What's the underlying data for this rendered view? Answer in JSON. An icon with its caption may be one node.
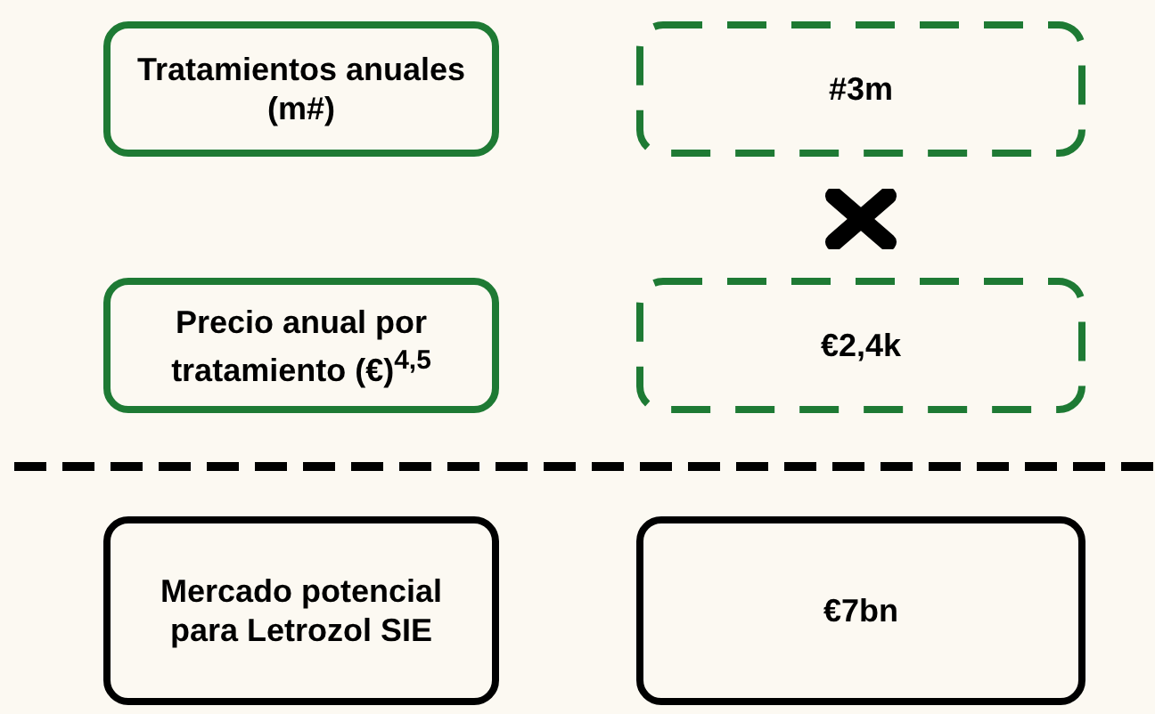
{
  "diagram": {
    "nodes": [
      {
        "text": [
          "Tratamientos anuales (m#)"
        ]
      },
      {
        "text": [
          "#3m"
        ]
      },
      {
        "text": [
          "Precio anual por tratamiento (€)$^{4,5}$"
        ]
      },
      {
        "text": [
          "€2,4k"
        ]
      },
      {
        "text": [
          "Mercado potencial para Letrozol SIE"
        ]
      },
      {
        "text": [
          "€7bn"
        ]
      }
    ]
  }
}
